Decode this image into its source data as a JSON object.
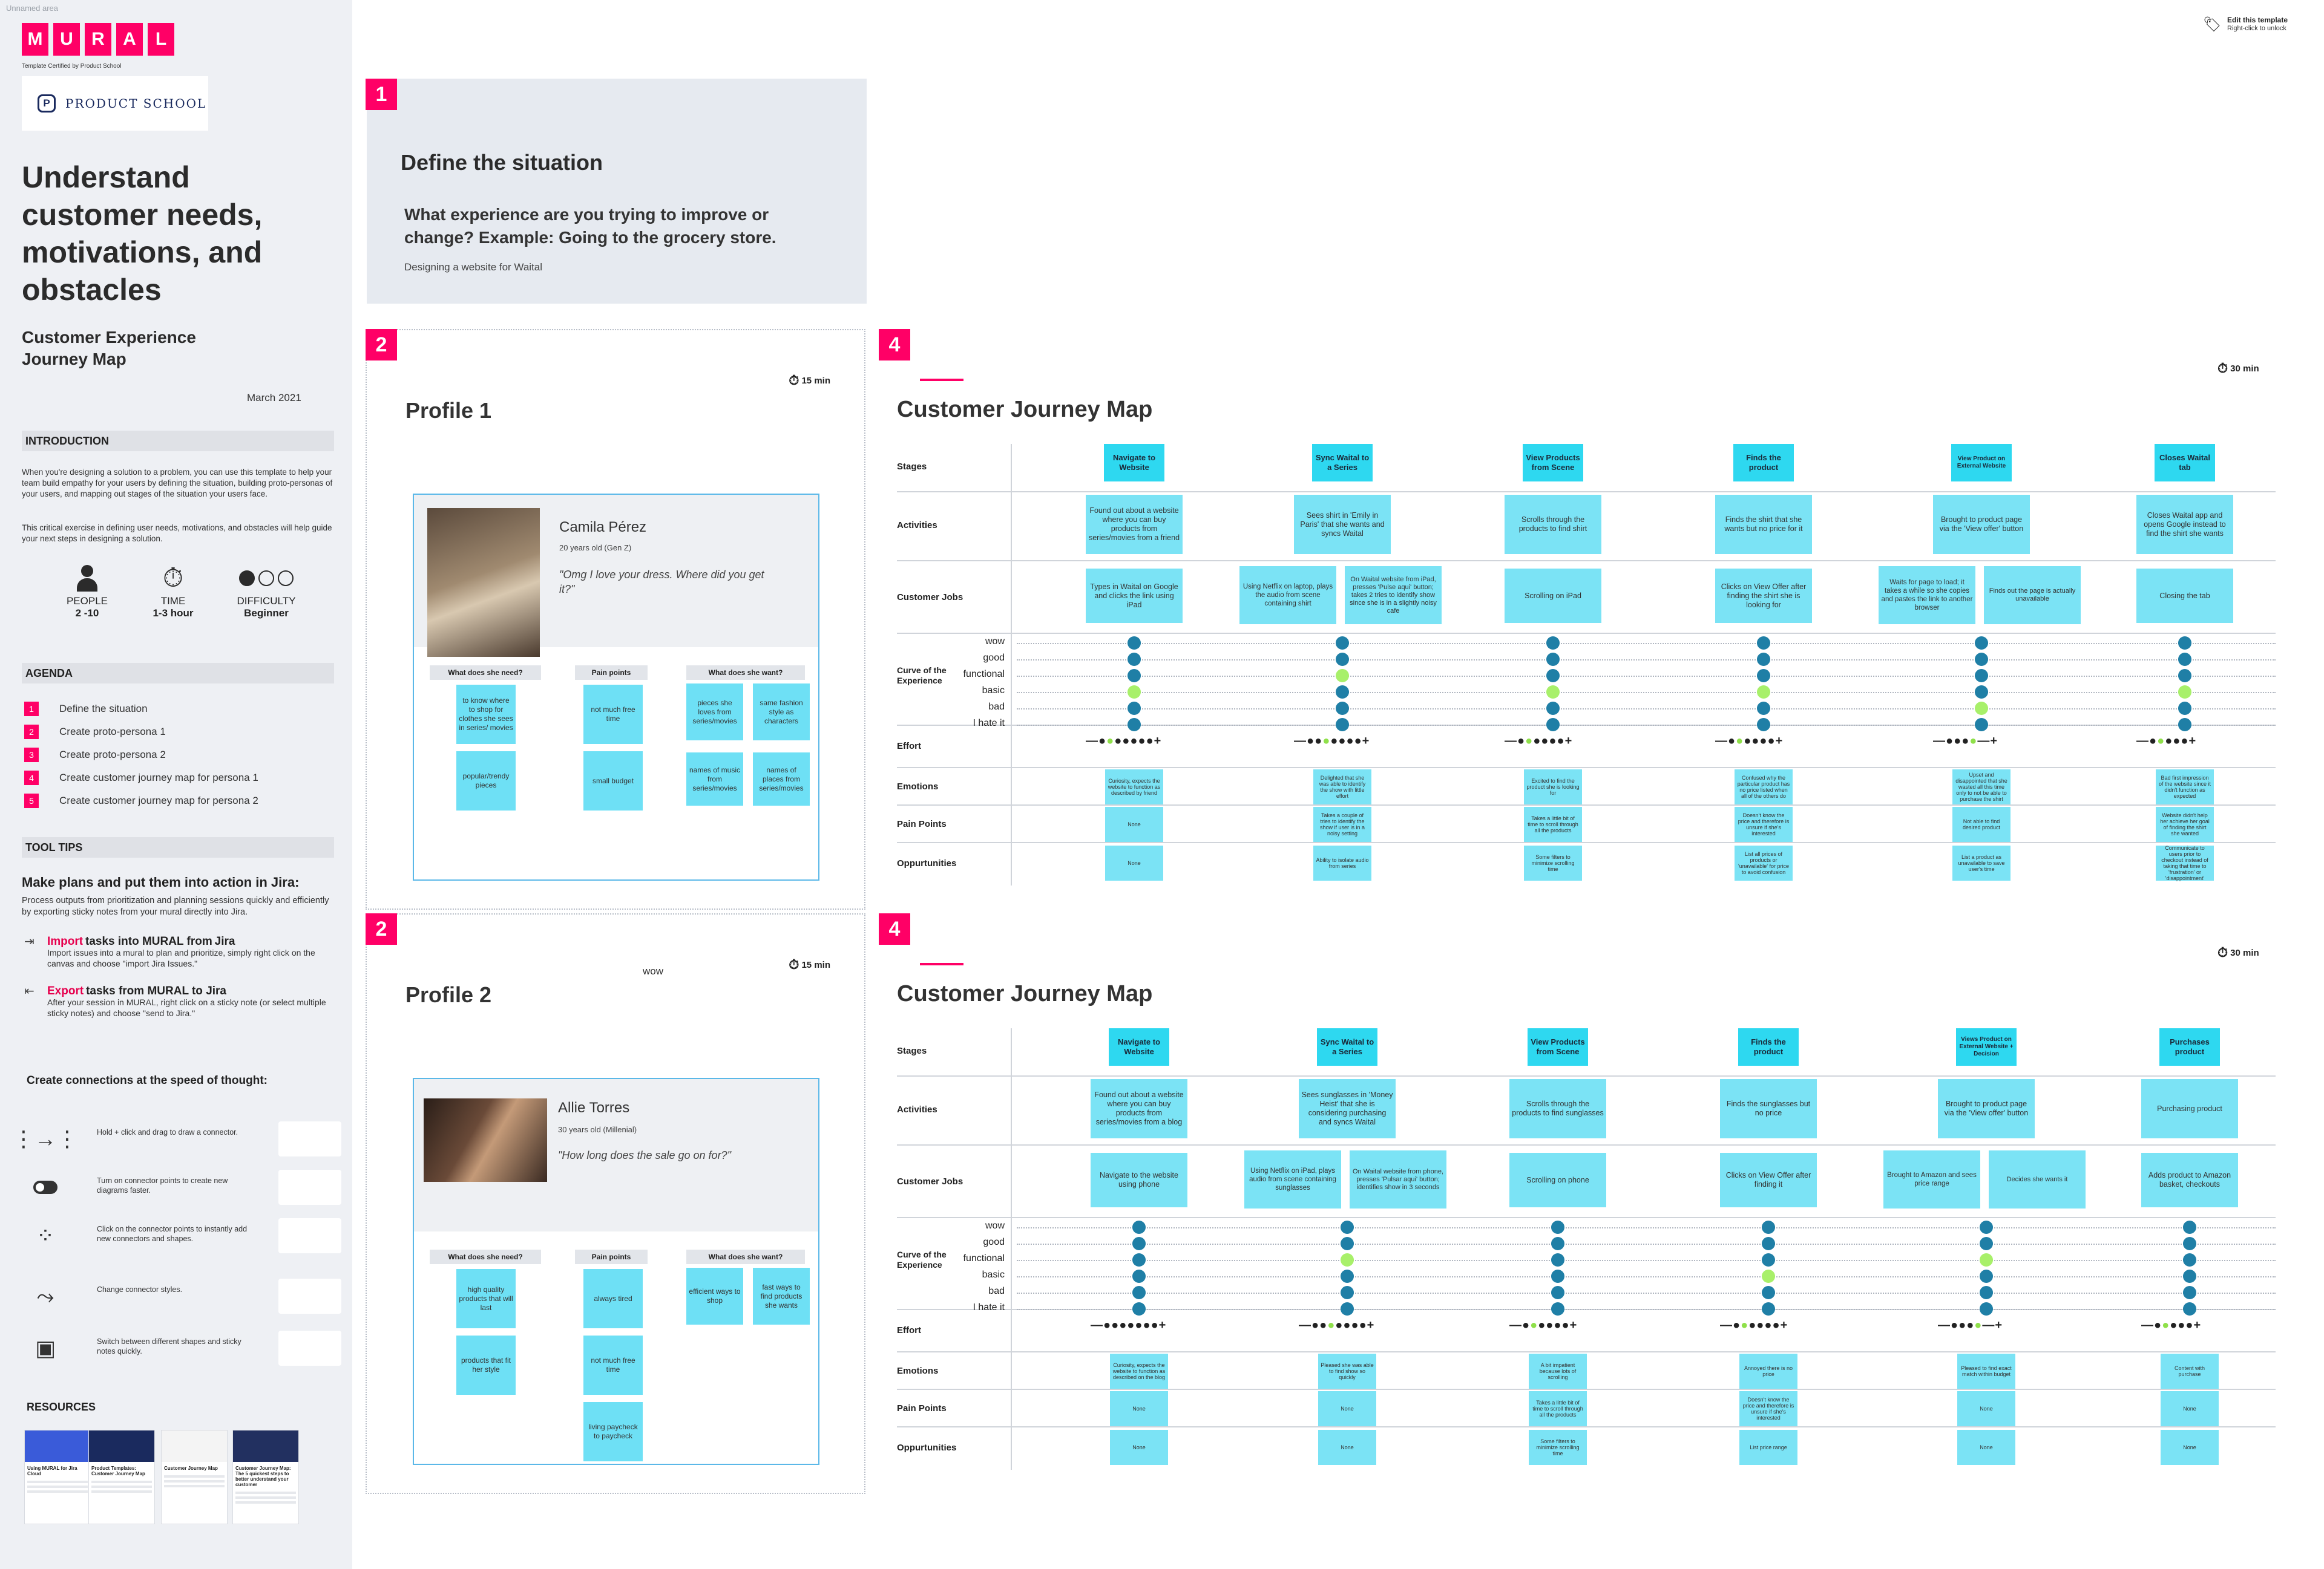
{
  "unnamed_area": "Unnamed area",
  "brand": {
    "letters": [
      "M",
      "U",
      "R",
      "A",
      "L"
    ],
    "certified": "Template Certified by Product School",
    "partner": "PRODUCT SCHOOL",
    "partner_mark": "P"
  },
  "sidebar": {
    "title": "Understand customer needs, motivations, and obstacles",
    "subtitle": "Customer Experience Journey Map",
    "date": "March 2021",
    "introduction": {
      "heading": "INTRODUCTION",
      "p1": "When you're designing a solution to a problem, you can use this template to help your team build empathy for your users by defining the situation, building proto-personas of your users, and mapping out stages of the situation your users face.",
      "p2": "This critical exercise in defining user needs, motivations, and obstacles will help guide your next steps in designing a solution."
    },
    "stats": [
      {
        "label": "PEOPLE",
        "value": "2 -10",
        "icon": "person-icon"
      },
      {
        "label": "TIME",
        "value": "1-3 hour",
        "icon": "stopwatch-icon"
      },
      {
        "label": "DIFFICULTY",
        "value": "Beginner",
        "icon": "difficulty-dots-icon"
      }
    ],
    "agenda": {
      "heading": "AGENDA",
      "items": [
        {
          "num": "1",
          "label": "Define the situation"
        },
        {
          "num": "2",
          "label": "Create proto-persona 1"
        },
        {
          "num": "3",
          "label": "Create proto-persona 2"
        },
        {
          "num": "4",
          "label": "Create customer journey map for persona 1"
        },
        {
          "num": "5",
          "label": "Create customer journey map for persona 2"
        }
      ]
    },
    "tool_tips": {
      "heading": "TOOL TIPS",
      "title": "Make plans and put them into action in Jira:",
      "desc": "Process outputs from prioritization and planning sessions quickly and efficiently by exporting sticky notes from your mural directly into Jira.",
      "import": {
        "action": "Import",
        "rest": "tasks into MURAL from",
        "jira": "Jira",
        "body": "Import issues into a mural to plan and prioritize, simply right click on the canvas and choose \"import Jira Issues.\""
      },
      "export": {
        "action": "Export",
        "rest": "tasks from MURAL to Jira",
        "body": "After your session in MURAL, right click on a sticky note (or select multiple sticky notes) and choose \"send to Jira.\""
      }
    },
    "connections": {
      "heading": "Create connections at the speed of thought:",
      "tips": [
        {
          "icon": "connector-icon",
          "text": "Hold + click and drag to draw a connector."
        },
        {
          "icon": "toggle-icon",
          "text": "Turn on connector points to create new diagrams faster."
        },
        {
          "icon": "connector-points-icon",
          "text": "Click on the connector points to instantly add new connectors and shapes."
        },
        {
          "icon": "connector-style-icon",
          "text": "Change connector styles."
        },
        {
          "icon": "switch-shapes-icon",
          "text": "Switch between different shapes and sticky notes quickly."
        }
      ]
    },
    "resources": {
      "heading": "RESOURCES",
      "cards": [
        {
          "title": "Using MURAL for Jira Cloud",
          "color": "#3a5bd9"
        },
        {
          "title": "Product Templates: Customer Journey Map",
          "color": "#1a2a5e"
        },
        {
          "title": "Customer Journey Map",
          "color": "#f4f4f4"
        },
        {
          "title": "Customer Journey Map: The 5 quickest steps to better understand your customer",
          "color": "#223060"
        }
      ]
    }
  },
  "edit_template": {
    "title": "Edit this template",
    "hint": "Right-click to unlock"
  },
  "define": {
    "badge": "1",
    "title": "Define the situation",
    "question": "What experience are you trying to improve or change? Example: Going to the grocery store.",
    "answer": "Designing a website for Waital"
  },
  "profiles": [
    {
      "badge": "2",
      "title": "Profile 1",
      "timer": "15 min",
      "name": "Camila Pérez",
      "age": "20 years old (Gen Z)",
      "quote": "\"Omg I love your dress. Where did you get it?\"",
      "columns": [
        {
          "head": "What does she need?",
          "notes": [
            "to know where to shop for clothes she sees in series/ movies",
            "popular/trendy pieces"
          ]
        },
        {
          "head": "Pain points",
          "notes": [
            "not much free time",
            "small budget"
          ]
        },
        {
          "head": "What does she want?",
          "notes": [
            "pieces she loves from series/movies",
            "same fashion style as characters",
            "names of music from series/movies",
            "names of places from series/movies"
          ]
        }
      ]
    },
    {
      "badge": "2",
      "title": "Profile 2",
      "timer": "15 min",
      "floating": "wow",
      "name": "Allie Torres",
      "age": "30 years old (Millenial)",
      "quote": "\"How long does the sale go on for?\"",
      "columns": [
        {
          "head": "What does she need?",
          "notes": [
            "high quality products that will last",
            "products that fit her style"
          ]
        },
        {
          "head": "Pain points",
          "notes": [
            "always tired",
            "not much free time",
            "living paycheck to paycheck"
          ]
        },
        {
          "head": "What does she want?",
          "notes": [
            "efficient ways to shop",
            "fast ways to find products she wants"
          ]
        }
      ]
    }
  ],
  "journey_maps": [
    {
      "badge": "4",
      "title": "Customer Journey Map",
      "timer": "30 min",
      "labels": {
        "stages": "Stages",
        "activities": "Activities",
        "jobs": "Customer Jobs",
        "curve": "Curve of the Experience",
        "effort": "Effort",
        "emotions": "Emotions",
        "pain": "Pain Points",
        "opp": "Oppurtunities"
      },
      "levels": [
        "wow",
        "good",
        "functional",
        "basic",
        "bad",
        "I hate it"
      ],
      "stages": [
        {
          "name": "Navigate to Website",
          "activity": "Found out about a website where you can buy products from series/movies from a friend",
          "jobs": [
            "Types in Waital on Google and clicks the link using iPad"
          ],
          "curve": [
            1,
            1,
            1,
            2,
            1,
            1
          ],
          "effort": [
            "—",
            "●",
            "g",
            "●",
            "●",
            "●",
            "●",
            "●",
            "+"
          ],
          "emotion": "Curiosity, expects the website to function as described by friend",
          "pain": "None",
          "opp": "None"
        },
        {
          "name": "Sync Waital to a Series",
          "activity": "Sees shirt in 'Emily in Paris' that she wants and syncs Waital",
          "jobs": [
            "Using Netflix on laptop, plays the audio from scene containing shirt",
            "On Waital website from iPad, presses 'Pulse aqui' button; takes 2 tries to identify show since she is in a slightly noisy cafe"
          ],
          "curve": [
            1,
            1,
            2,
            1,
            1,
            1
          ],
          "effort": [
            "—",
            "●",
            "●",
            "g",
            "●",
            "●",
            "●",
            "●",
            "+"
          ],
          "emotion": "Delighted that she was able to identify the show with little effort",
          "pain": "Takes a couple of tries to identify the show if user is in a noisy setting",
          "opp": "Ability to isolate audio from series"
        },
        {
          "name": "View Products from Scene",
          "activity": "Scrolls through the products to find shirt",
          "jobs": [
            "Scrolling on iPad"
          ],
          "curve": [
            1,
            1,
            1,
            2,
            1,
            1
          ],
          "effort": [
            "—",
            "●",
            "g",
            "●",
            "●",
            "●",
            "●",
            "+"
          ],
          "emotion": "Excited to find the product she is looking for",
          "pain": "Takes a little bit of time to scroll through all the products",
          "opp": "Some filters to minimize scrolling time"
        },
        {
          "name": "Finds the product",
          "activity": "Finds the shirt that she wants but no price for it",
          "jobs": [
            "Clicks on View Offer after finding the shirt she is looking for"
          ],
          "curve": [
            1,
            1,
            1,
            2,
            1,
            1
          ],
          "effort": [
            "—",
            "●",
            "g",
            "●",
            "●",
            "●",
            "●",
            "+"
          ],
          "emotion": "Confused why the particular product has no price listed when all of the others do",
          "pain": "Doesn't know the price and therefore is unsure if she's interested",
          "opp": "List all prices of products or 'unavailable' for price to avoid confusion"
        },
        {
          "name": "View Product on External Website",
          "activity": "Brought to product page via the 'View offer' button",
          "jobs": [
            "Waits for page to load; it takes a while so she copies and pastes the link to another browser",
            "Finds out the page is actually unavailable"
          ],
          "curve": [
            1,
            1,
            1,
            1,
            2,
            1
          ],
          "effort": [
            "—",
            "●",
            "●",
            "●",
            "g",
            "—",
            "+"
          ],
          "emotion": "Upset and disappointed that she wasted all this time only to not be able to purchase the shirt",
          "pain": "Not able to find desired product",
          "opp": "List a product as unavailable to save user's time"
        },
        {
          "name": "Closes Waital tab",
          "activity": "Closes Waital app and opens Google instead to find the shirt she wants",
          "jobs": [
            "Closing the tab"
          ],
          "curve": [
            1,
            1,
            1,
            2,
            1,
            1
          ],
          "effort": [
            "—",
            "●",
            "g",
            "●",
            "●",
            "●",
            "+"
          ],
          "emotion": "Bad first impression of the website since it didn't function as expected",
          "pain": "Website didn't help her achieve her goal of finding the shirt she wanted",
          "opp": "Communicate to users prior to checkout instead of taking that time to 'frustration' or 'disappointment'"
        }
      ]
    },
    {
      "badge": "4",
      "title": "Customer Journey Map",
      "timer": "30 min",
      "labels": {
        "stages": "Stages",
        "activities": "Activities",
        "jobs": "Customer Jobs",
        "curve": "Curve of the Experience",
        "effort": "Effort",
        "emotions": "Emotions",
        "pain": "Pain Points",
        "opp": "Oppurtunities"
      },
      "levels": [
        "wow",
        "good",
        "functional",
        "basic",
        "bad",
        "I hate it"
      ],
      "stages": [
        {
          "name": "Navigate to Website",
          "activity": "Found out about a website where you can buy products from series/movies from a blog",
          "jobs": [
            "Navigate to the website using phone"
          ],
          "curve": [
            1,
            1,
            1,
            1,
            1,
            1
          ],
          "effort": [
            "—",
            "●",
            "●",
            "●",
            "●",
            "●",
            "●",
            "●",
            "+"
          ],
          "emotion": "Curiosity, expects the website to function as described on the blog",
          "pain": "None",
          "opp": "None"
        },
        {
          "name": "Sync Waital to a Series",
          "activity": "Sees sunglasses in 'Money Heist' that she is considering purchasing and syncs Waital",
          "jobs": [
            "Using Netflix on iPad, plays audio from scene containing sunglasses",
            "On Waital website from phone, presses 'Pulsar aqui' button; identifies show in 3 seconds"
          ],
          "curve": [
            1,
            1,
            2,
            1,
            1,
            1
          ],
          "effort": [
            "—",
            "●",
            "●",
            "g",
            "●",
            "●",
            "●",
            "●",
            "+"
          ],
          "emotion": "Pleased she was able to find show so quickly",
          "pain": "None",
          "opp": "None"
        },
        {
          "name": "View Products from Scene",
          "activity": "Scrolls through the products to find sunglasses",
          "jobs": [
            "Scrolling on phone"
          ],
          "curve": [
            1,
            1,
            1,
            1,
            1,
            1
          ],
          "effort": [
            "—",
            "●",
            "g",
            "●",
            "●",
            "●",
            "●",
            "+"
          ],
          "emotion": "A bit impatient because lots of scrolling",
          "pain": "Takes a little bit of time to scroll through all the products",
          "opp": "Some filters to minimize scrolling time"
        },
        {
          "name": "Finds the product",
          "activity": "Finds the sunglasses but no price",
          "jobs": [
            "Clicks on View Offer after finding it"
          ],
          "curve": [
            1,
            1,
            1,
            2,
            1,
            1
          ],
          "effort": [
            "—",
            "●",
            "g",
            "●",
            "●",
            "●",
            "●",
            "+"
          ],
          "emotion": "Annoyed there is no price",
          "pain": "Doesn't know the price and therefore is unsure if she's interested",
          "opp": "List price range"
        },
        {
          "name": "Views Product on External Website + Decision",
          "activity": "Brought to product page via the 'View offer' button",
          "jobs": [
            "Brought to Amazon and sees price range",
            "Decides she wants it"
          ],
          "curve": [
            1,
            1,
            2,
            1,
            1,
            1
          ],
          "effort": [
            "—",
            "●",
            "●",
            "●",
            "g",
            "—",
            "+"
          ],
          "emotion": "Pleased to find exact match within budget",
          "pain": "None",
          "opp": "None"
        },
        {
          "name": "Purchases product",
          "activity": "Purchasing product",
          "jobs": [
            "Adds product to Amazon basket, checkouts"
          ],
          "curve": [
            1,
            1,
            1,
            1,
            1,
            1
          ],
          "effort": [
            "—",
            "●",
            "g",
            "●",
            "●",
            "●",
            "+"
          ],
          "emotion": "Content with purchase",
          "pain": "None",
          "opp": "None"
        }
      ]
    }
  ]
}
